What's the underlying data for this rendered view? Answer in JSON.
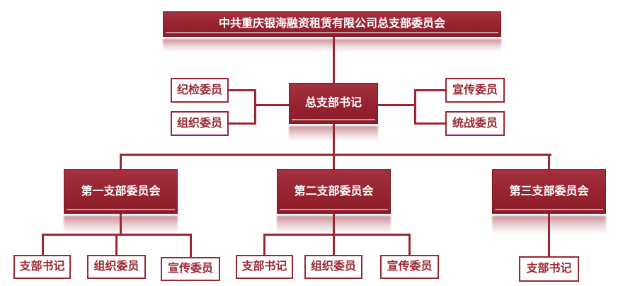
{
  "org_chart": {
    "root": {
      "label": "中共重庆银海融资租赁有限公司总支部委员会"
    },
    "general_secretary": {
      "label": "总支部书记"
    },
    "staff_left": [
      {
        "label": "纪检委员"
      },
      {
        "label": "组织委员"
      }
    ],
    "staff_right": [
      {
        "label": "宣传委员"
      },
      {
        "label": "统战委员"
      }
    ],
    "branches": [
      {
        "label": "第一支部委员会",
        "children": [
          {
            "label": "支部书记"
          },
          {
            "label": "组织委员"
          },
          {
            "label": "宣传委员"
          }
        ]
      },
      {
        "label": "第二支部委员会",
        "children": [
          {
            "label": "支部书记"
          },
          {
            "label": "组织委员"
          },
          {
            "label": "宣传委员"
          }
        ]
      },
      {
        "label": "第三支部委员会",
        "children": [
          {
            "label": "支部书记"
          }
        ]
      }
    ],
    "colors": {
      "node_fill": "#96232f",
      "node_border": "#9b2733",
      "connector": "#9b2733",
      "accent_text": "#9b2733",
      "text_on_fill": "#ffffff",
      "background": "#ffffff"
    }
  }
}
